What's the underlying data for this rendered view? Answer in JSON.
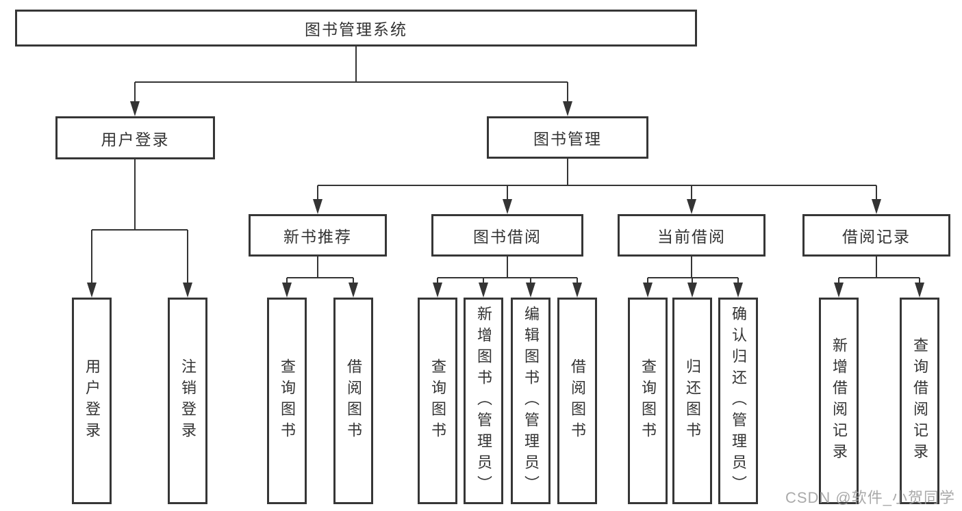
{
  "tree": {
    "label": "图书管理系统",
    "children": [
      {
        "label": "用户登录",
        "children": [
          {
            "label": "用户登录"
          },
          {
            "label": "注销登录"
          }
        ]
      },
      {
        "label": "图书管理",
        "children": [
          {
            "label": "新书推荐",
            "children": [
              {
                "label": "查询图书"
              },
              {
                "label": "借阅图书"
              }
            ]
          },
          {
            "label": "图书借阅",
            "children": [
              {
                "label": "查询图书"
              },
              {
                "label": "新增图书（管理员）"
              },
              {
                "label": "编辑图书（管理员）"
              },
              {
                "label": "借阅图书"
              }
            ]
          },
          {
            "label": "当前借阅",
            "children": [
              {
                "label": "查询图书"
              },
              {
                "label": "归还图书"
              },
              {
                "label": "确认归还（管理员）"
              }
            ]
          },
          {
            "label": "借阅记录",
            "children": [
              {
                "label": "新增借阅记录"
              },
              {
                "label": "查询借阅记录"
              }
            ]
          }
        ]
      }
    ]
  },
  "watermark": {
    "text": "CSDN @软件_小贺同学"
  },
  "colors": {
    "line": "#343434",
    "border": "#363636",
    "text": "#333333",
    "watermark": "#9e9e9e",
    "background": "#ffffff"
  }
}
